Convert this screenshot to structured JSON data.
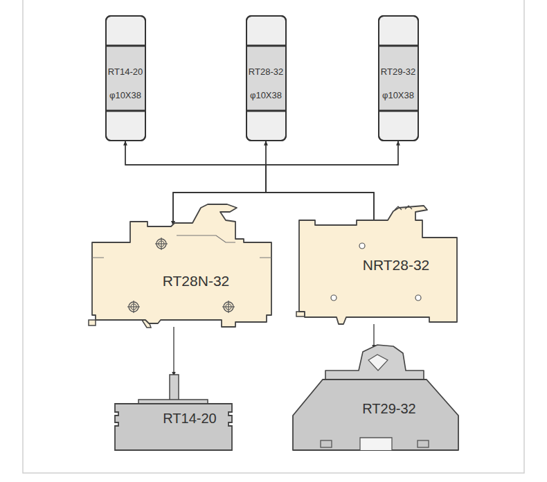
{
  "diagram": {
    "nodes": [
      {
        "text": [
          "RT14-20",
          "φ10X38"
        ]
      },
      {
        "text": [
          "RT28-32",
          "φ10X38"
        ]
      },
      {
        "text": [
          "RT29-32",
          "φ10X38"
        ]
      },
      {
        "text": [
          "RT28N-32"
        ]
      },
      {
        "text": [
          "NRT28-32"
        ]
      },
      {
        "text": [
          "RT14-20"
        ]
      },
      {
        "text": [
          "RT29-32"
        ]
      }
    ],
    "edges": [
      {
        "from": 3,
        "to": 0,
        "arrow": "both"
      },
      {
        "from": 3,
        "to": 1,
        "arrow": "both"
      },
      {
        "from": 3,
        "to": 2,
        "arrow": "both"
      },
      {
        "from": 4,
        "to": 0,
        "arrow": "both"
      },
      {
        "from": 4,
        "to": 1,
        "arrow": "both"
      },
      {
        "from": 4,
        "to": 2,
        "arrow": "both"
      },
      {
        "from": 3,
        "to": 5,
        "arrow": "to"
      },
      {
        "from": 4,
        "to": 6,
        "arrow": "to"
      }
    ]
  }
}
